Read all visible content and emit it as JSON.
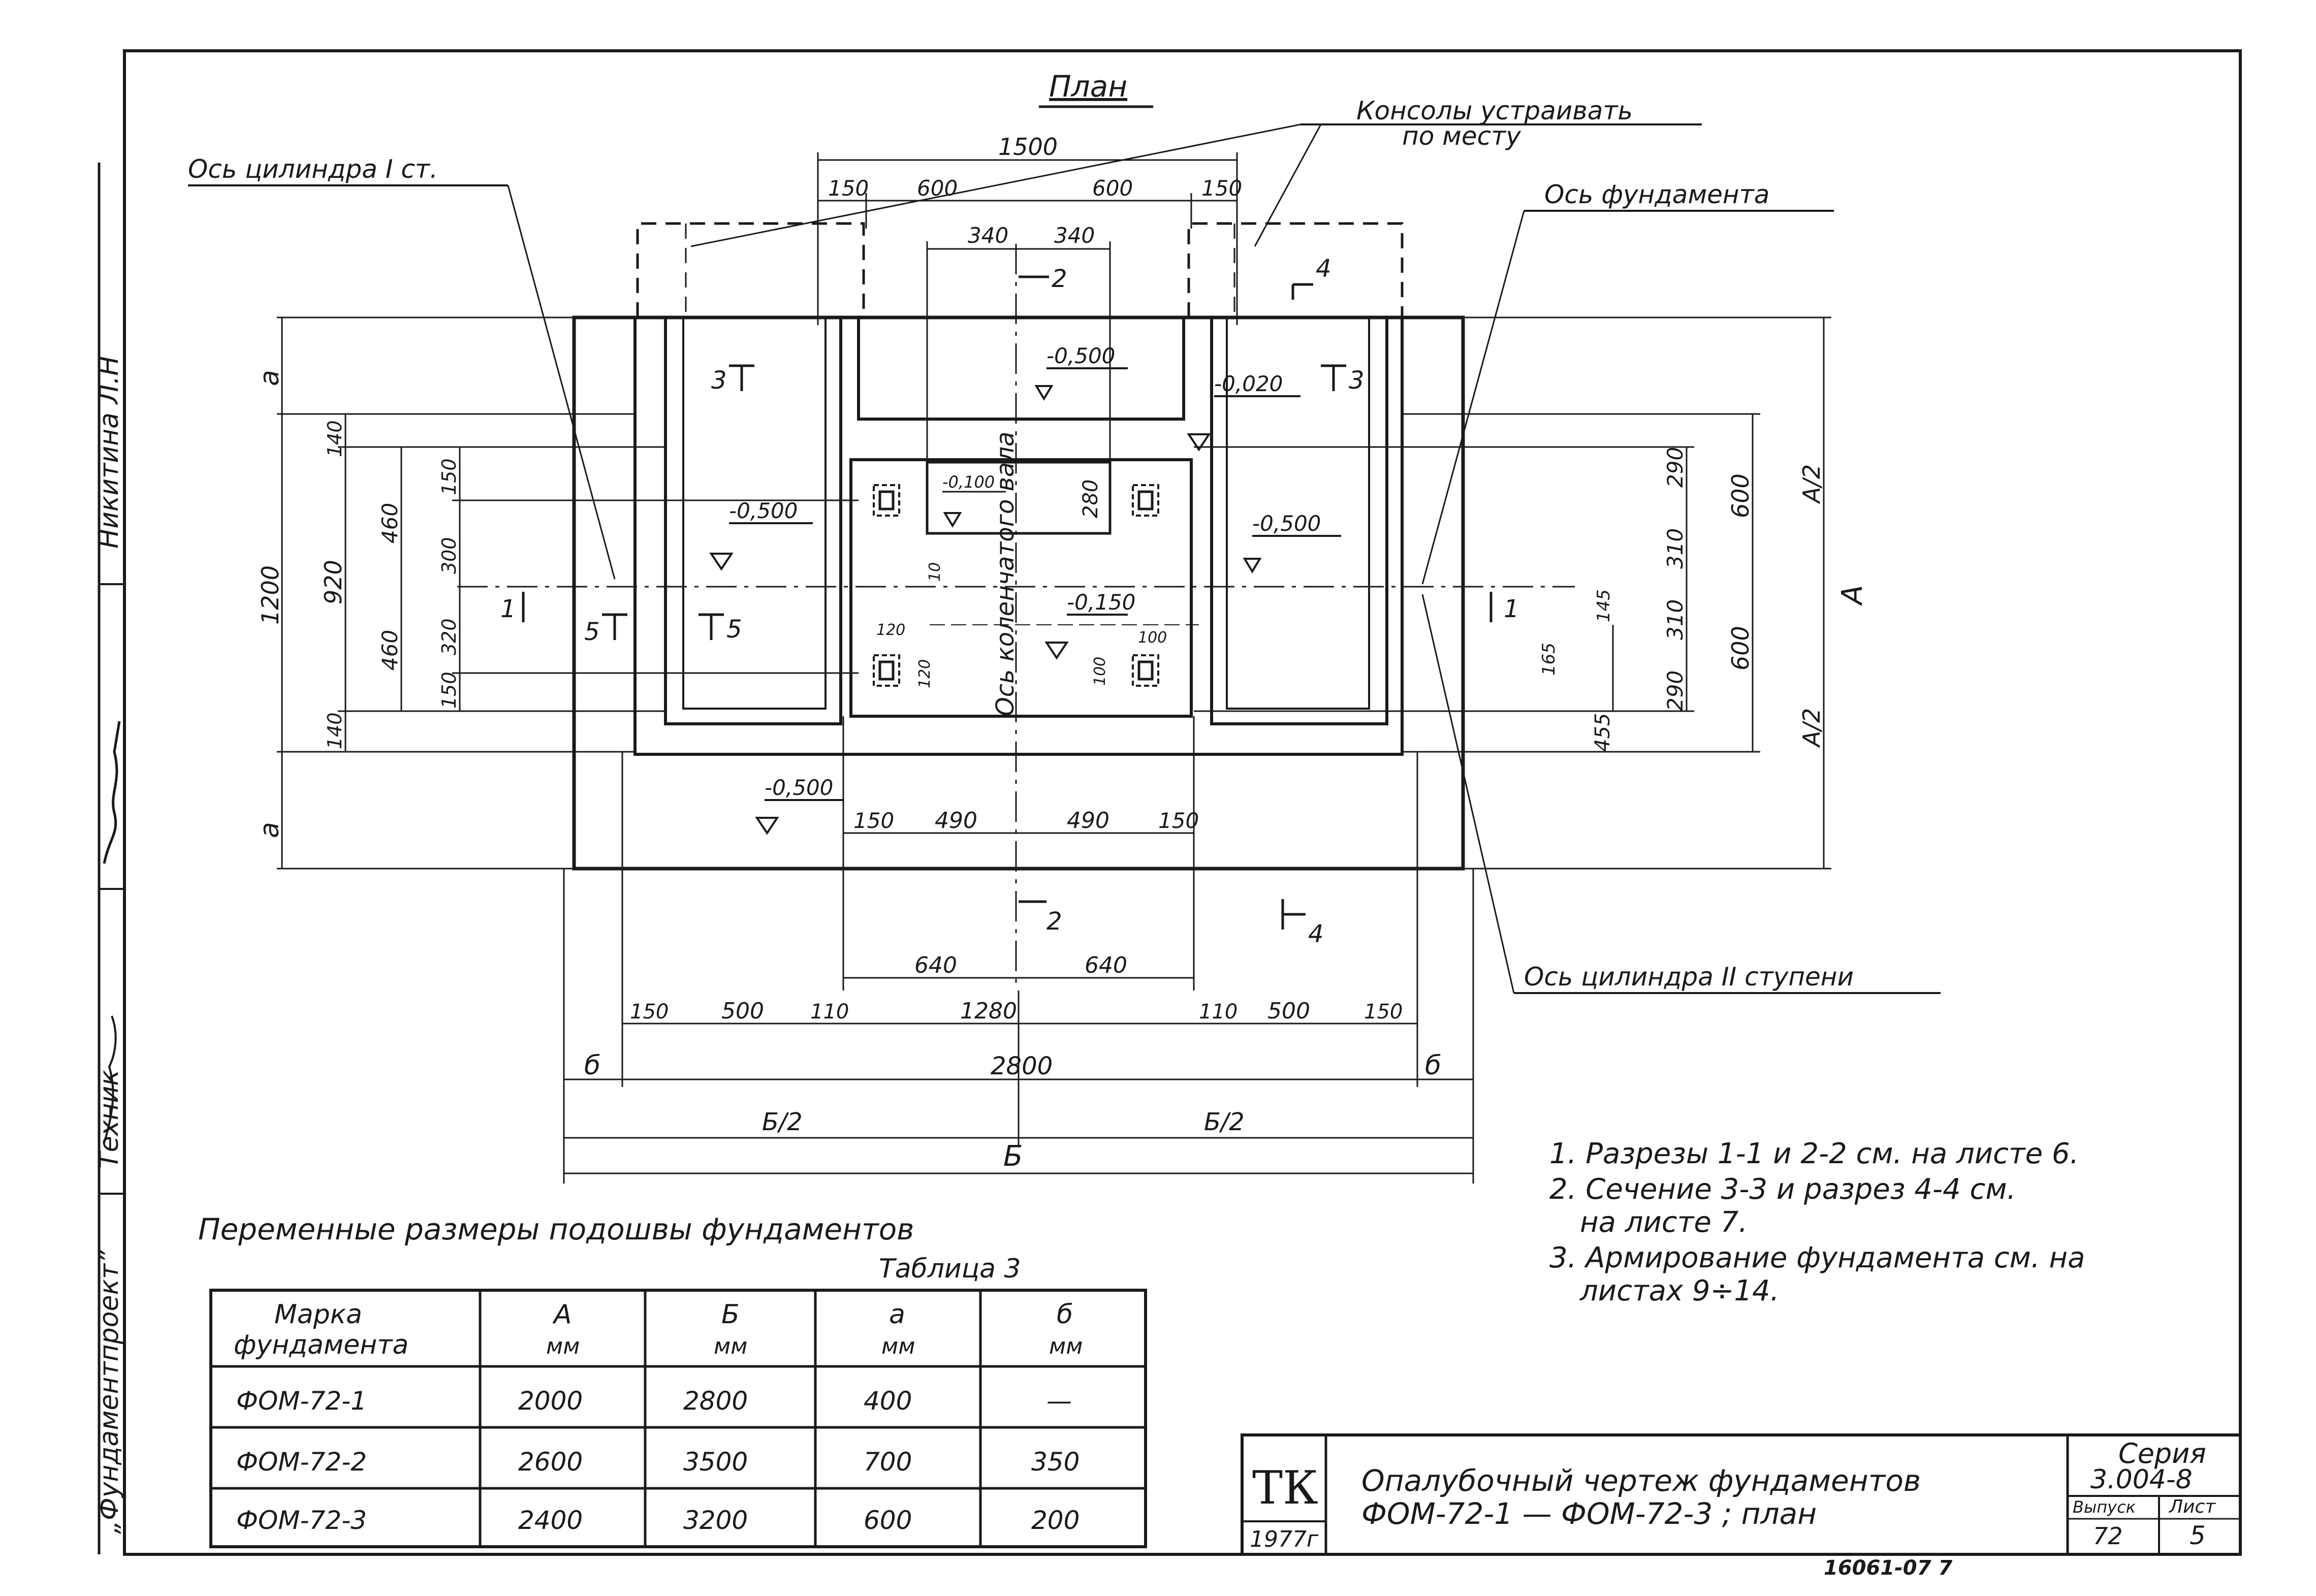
{
  "drawing": {
    "title": "План",
    "callouts": {
      "cylinder_axis_1": "Ось  цилиндра I ст.",
      "consoles_line1": "Консолы устраивать",
      "consoles_line2": "по месту",
      "foundation_axis": "Ось фундамента",
      "cylinder_axis_2": "Ось цилиндра II ступени",
      "shaft_axis": "Ось коленчатого вала"
    },
    "dimensions": {
      "top": [
        "1500",
        "150",
        "600",
        "600",
        "150",
        "340",
        "340"
      ],
      "bottom_row1": [
        "150",
        "490",
        "490",
        "150"
      ],
      "bottom_row2": [
        "640",
        "640"
      ],
      "bottom_row3": [
        "150",
        "500",
        "110",
        "1280",
        "110",
        "500",
        "150"
      ],
      "bottom_b": [
        "б",
        "2800",
        "б"
      ],
      "bottom_half": [
        "Б/2",
        "Б/2"
      ],
      "bottom_full": "Б",
      "left_outer": [
        "а",
        "1200",
        "а"
      ],
      "left_mid": [
        "140",
        "920",
        "140"
      ],
      "left_inner": [
        "460",
        "460"
      ],
      "left_small": [
        "150",
        "300",
        "320",
        "150"
      ],
      "right_inner": [
        "290",
        "310",
        "310",
        "290"
      ],
      "right_mid": [
        "600",
        "600"
      ],
      "right_half": [
        "А/2",
        "А/2"
      ],
      "right_full": "А",
      "right_small": [
        "145",
        "165",
        "455"
      ],
      "pocket": [
        "120",
        "120",
        "100",
        "100",
        "280",
        "10"
      ]
    },
    "levels": [
      "-0,500",
      "-0,020",
      "-0,500",
      "-0,100",
      "-0,500",
      "-0,150",
      "-0,500"
    ],
    "section_marks": [
      "1",
      "1",
      "2",
      "2",
      "3",
      "3",
      "4",
      "4",
      "5",
      "5"
    ]
  },
  "notes": [
    "1. Разрезы 1-1 и 2-2 см. на листе 6.",
    "2. Сечение 3-3 и разрез 4-4 см.",
    "на листе 7.",
    "3. Армирование фундамента см. на",
    "листах 9÷14."
  ],
  "table": {
    "caption": "Переменные размеры подошвы фундаментов",
    "number": "Таблица 3",
    "headers": [
      {
        "top": "Марка",
        "bottom": "фундамента"
      },
      {
        "top": "А",
        "bottom": "мм"
      },
      {
        "top": "Б",
        "bottom": "мм"
      },
      {
        "top": "а",
        "bottom": "мм"
      },
      {
        "top": "б",
        "bottom": "мм"
      }
    ],
    "rows": [
      [
        "ФОМ-72-1",
        "2000",
        "2800",
        "400",
        "—"
      ],
      [
        "ФОМ-72-2",
        "2600",
        "3500",
        "700",
        "350"
      ],
      [
        "ФОМ-72-3",
        "2400",
        "3200",
        "600",
        "200"
      ]
    ]
  },
  "title_block": {
    "logo": "ТК",
    "year": "1977г",
    "title_line1": "Опалубочный чертеж фундаментов",
    "title_line2": "ФОМ-72-1 — ФОМ-72-3 ; план",
    "series_label": "Серия",
    "series_value": "3.004-8",
    "issue_label": "Выпуск",
    "issue_value": "72",
    "sheet_label": "Лист",
    "sheet_value": "5"
  },
  "side_stamp": {
    "name": "Никитина Л.Н",
    "org": "„Фундаментпроект”",
    "role": "Техник"
  },
  "footer_code": "16061-07     7"
}
